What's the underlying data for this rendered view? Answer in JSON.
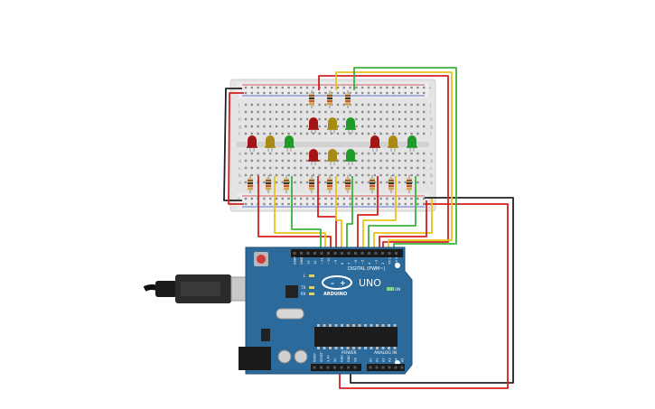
{
  "board": {
    "brand": "ARDUINO",
    "model": "UNO",
    "digital_label": "DIGITAL (PWM~)",
    "power_label": "POWER",
    "analog_label": "ANALOG IN",
    "on_label": "ON",
    "tx_label": "TX",
    "rx_label": "RX",
    "l_label": "L",
    "digital_pins": [
      "AREF",
      "GND",
      "13",
      "12",
      "~11",
      "~10",
      "~9",
      "8",
      "7",
      "~6",
      "~5",
      "4",
      "~3",
      "2",
      "TX 1",
      "RX 0"
    ],
    "power_pins": [
      "IOREF",
      "RESET",
      "3.3V",
      "5V",
      "GND",
      "GND",
      "Vin"
    ],
    "analog_pins": [
      "A0",
      "A1",
      "A2",
      "A3",
      "A4",
      "A5"
    ]
  },
  "breadboard": {
    "row_letters_top": [
      "j",
      "i",
      "h",
      "g",
      "f"
    ],
    "row_letters_bottom": [
      "e",
      "d",
      "c",
      "b",
      "a"
    ],
    "rail_plus": "+",
    "rail_minus": "-"
  },
  "colors": {
    "board": "#2b6a9a",
    "breadboard": "#e4e4e4",
    "wire_red": "#d32020",
    "wire_yellow": "#e8c21a",
    "wire_green": "#3bb23b",
    "wire_black": "#222222",
    "led_red": "#a31515",
    "led_yellow": "#a88a14",
    "led_green": "#1f9a2a"
  },
  "leds": {
    "top_group_1": [
      "red",
      "yellow",
      "green"
    ],
    "top_group_2": [
      "red",
      "yellow",
      "green"
    ],
    "middle_upper": [
      "red",
      "yellow",
      "green"
    ],
    "middle_lower": [
      "red",
      "yellow",
      "green"
    ]
  }
}
